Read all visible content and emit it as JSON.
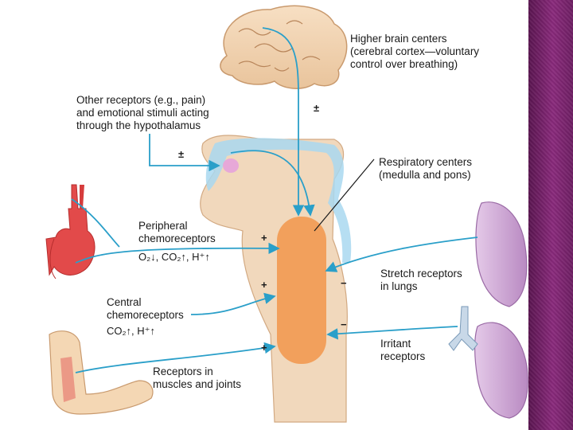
{
  "labels": {
    "higher_brain": [
      "Higher brain centers",
      "(cerebral cortex—voluntary",
      "control over breathing)"
    ],
    "other_receptors": [
      "Other receptors (e.g., pain)",
      "and emotional stimuli acting",
      "through the hypothalamus"
    ],
    "respiratory_centers": [
      "Respiratory centers",
      "(medulla and pons)"
    ],
    "peripheral": [
      "Peripheral",
      "chemoreceptors"
    ],
    "peripheral_formula": "O₂↓, CO₂↑, H⁺↑",
    "central": [
      "Central",
      "chemoreceptors"
    ],
    "central_formula": "CO₂↑, H⁺↑",
    "stretch": [
      "Stretch receptors",
      "in lungs"
    ],
    "irritant": [
      "Irritant",
      "receptors"
    ],
    "muscles": [
      "Receptors in",
      "muscles and joints"
    ]
  },
  "signs": {
    "brain": "±",
    "hypothalamus": "±",
    "peripheral": "+",
    "central": "+",
    "muscles": "+",
    "stretch": "−",
    "irritant": "−"
  },
  "colors": {
    "arrow": "#2a9fc9",
    "csf": "#a9d8f0",
    "brainstem": "#f3dcc1",
    "medulla": "#f2a05c",
    "lung": "#c9a1cf",
    "artery": "#e24a4a",
    "sidebar": "#7a2470"
  }
}
